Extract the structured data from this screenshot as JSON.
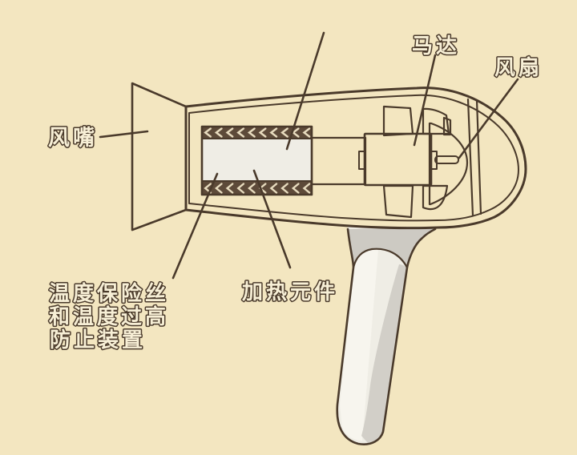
{
  "labels": {
    "nozzle": "风嘴",
    "motor": "马达",
    "fan": "风扇",
    "thermal_fuse_line1": "温度保险丝",
    "thermal_fuse_line2": "和温度过高",
    "thermal_fuse_line3": "防止装置",
    "heating_element": "加热元件"
  },
  "colors": {
    "background": "#f3e6c0",
    "outline": "#4a3a2b",
    "shell_cream": "#f5eedb",
    "interior_gray": "#a8a49d",
    "blade_gray": "#cbc8c0",
    "duct_gray": "#d5d2ca",
    "component_white": "#f2f0e8",
    "heater_interior": "#efede5",
    "heater_strip_brown": "#5d4a39",
    "chevron_cream": "#e9ddc0",
    "handle_shade": "#cdcac3",
    "grip_strip": "#d2cfc8",
    "grip_highlight": "#f7f5ee",
    "label_fill": "#f7efd6"
  }
}
